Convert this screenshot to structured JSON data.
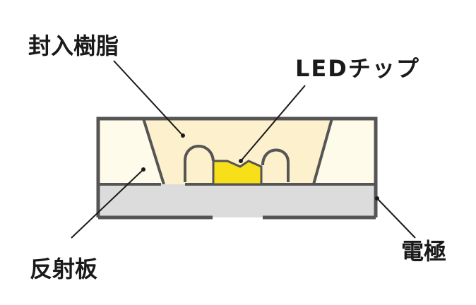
{
  "labels": {
    "encapsulation_resin": "封入樹脂",
    "led_chip": "LEDチップ",
    "reflector": "反射板",
    "electrode": "電極"
  },
  "colors": {
    "outline": "#555555",
    "leader_line": "#1a1a1a",
    "package_fill": "#fffbea",
    "resin_fill": "#fdf0cc",
    "reflector_base": "#dcdcdc",
    "chip": "#f7e01a",
    "text": "#1a1a1a",
    "background": "#ffffff"
  }
}
